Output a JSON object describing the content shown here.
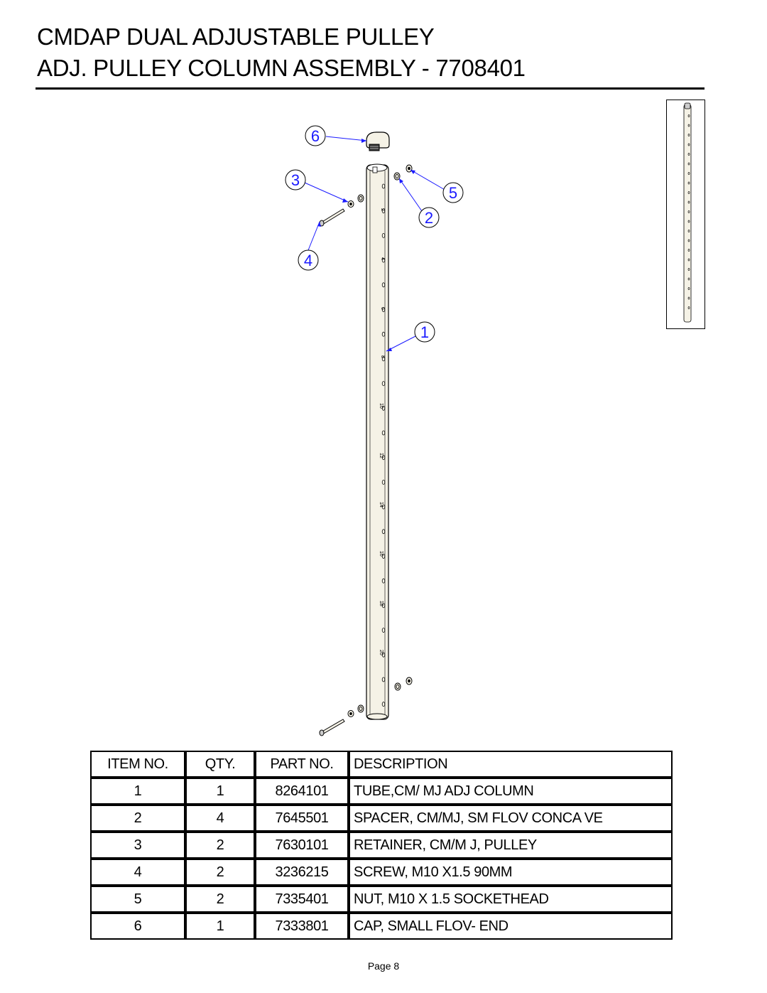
{
  "header": {
    "title_line1": "CMDAP DUAL ADJUSTABLE PULLEY",
    "title_line2": "ADJ. PULLEY COLUMN ASSEMBLY - 7708401"
  },
  "callouts": [
    "6",
    "3",
    "5",
    "2",
    "4",
    "1"
  ],
  "column_scale": [
    "2",
    "4",
    "6",
    "8",
    "10",
    "12",
    "14",
    "16",
    "18",
    "20"
  ],
  "table": {
    "headers": {
      "item_no": "ITEM NO.",
      "qty": "QTY.",
      "part_no": "PART NO.",
      "description": "DESCRIPTION"
    },
    "rows": [
      {
        "item": "1",
        "qty": "1",
        "part": "8264101",
        "desc": "TUBE,CM/ MJ ADJ COLUMN"
      },
      {
        "item": "2",
        "qty": "4",
        "part": "7645501",
        "desc": "SPACER, CM/MJ, SM FLOV CONCA VE"
      },
      {
        "item": "3",
        "qty": "2",
        "part": "7630101",
        "desc": "RETAINER, CM/M J, PULLEY"
      },
      {
        "item": "4",
        "qty": "2",
        "part": "3236215",
        "desc": "SCREW, M10 X1.5 90MM"
      },
      {
        "item": "5",
        "qty": "2",
        "part": "7335401",
        "desc": "NUT, M10 X 1.5 SOCKETHEAD"
      },
      {
        "item": "6",
        "qty": "1",
        "part": "7333801",
        "desc": "CAP, SMALL FLOV- END"
      }
    ]
  },
  "footer": {
    "page_label": "Page 8"
  },
  "colors": {
    "callout": "#1a1aff",
    "ink": "#000000",
    "part_fill": "#f5f2e6"
  }
}
